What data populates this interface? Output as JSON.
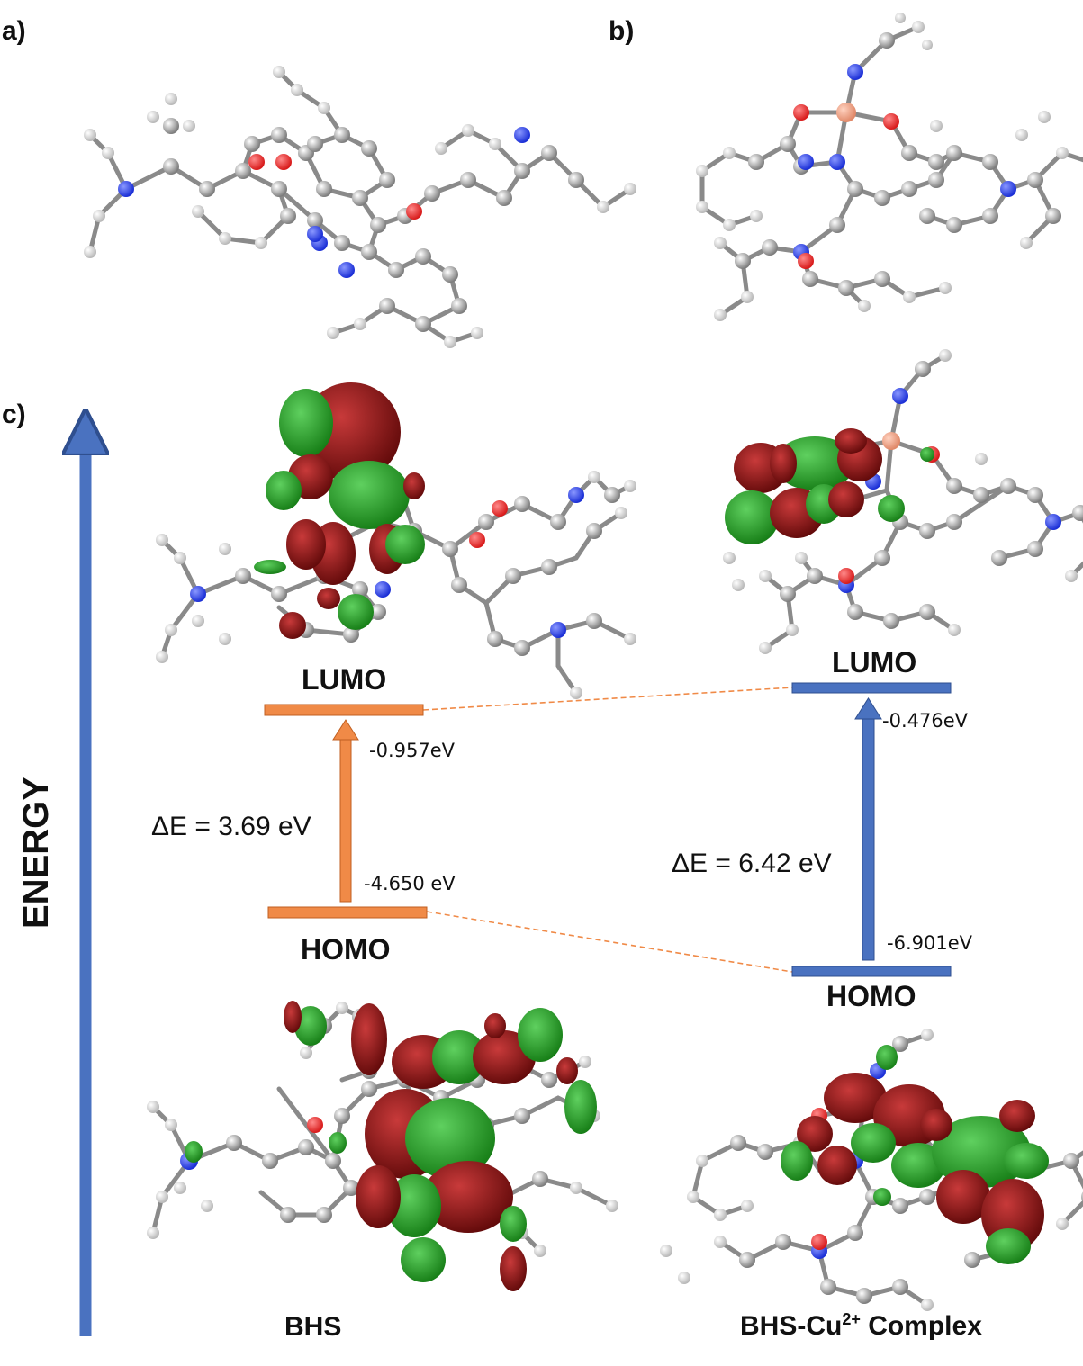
{
  "panels": {
    "a": "a)",
    "b": "b)",
    "c": "c)"
  },
  "axis": {
    "label": "ENERGY"
  },
  "colors": {
    "bhs_levels": "#f08a47",
    "complex_levels": "#4a72c0",
    "energy_arrow": "#4a72c0",
    "orbital_positive": "#1f8a1f",
    "orbital_negative": "#8a1010",
    "atom_carbon": "#9a9a9a",
    "atom_hydrogen": "#e8e8e8",
    "atom_nitrogen": "#1b2fd6",
    "atom_oxygen": "#d81b1b",
    "atom_copper": "#e89a7a"
  },
  "bhs": {
    "name": "BHS",
    "lumo": {
      "label": "LUMO",
      "energy": "-0.957eV"
    },
    "homo": {
      "label": "HOMO",
      "energy": "-4.650 eV"
    },
    "gap": "ΔE = 3.69 eV"
  },
  "complex": {
    "name_main": "BHS-Cu",
    "name_sup": "2+",
    "name_tail": " Complex",
    "lumo": {
      "label": "LUMO",
      "energy": "-0.476eV"
    },
    "homo": {
      "label": "HOMO",
      "energy": "-6.901eV"
    },
    "gap": "ΔE = 6.42 eV"
  }
}
